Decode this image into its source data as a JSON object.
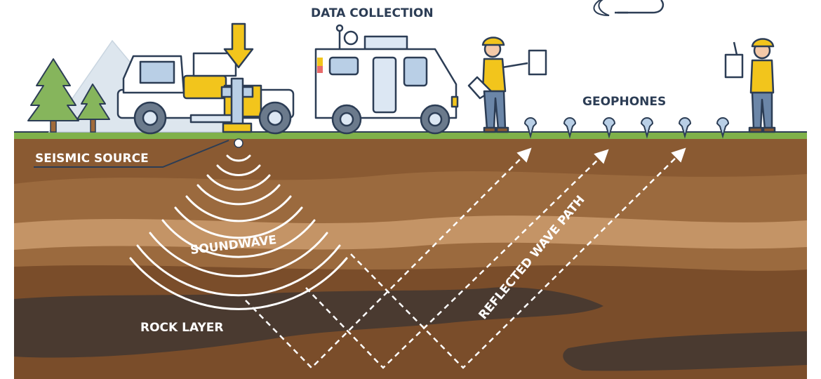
{
  "labels": {
    "data_collection": "DATA COLLECTION",
    "geophones": "GEOPHONES",
    "seismic_source": "SEISMIC SOURCE",
    "soundwave": "SOUNDWAVE",
    "reflected_wave_path": "REFLECTED WAVE PATH",
    "rock_layer": "ROCK LAYER"
  },
  "colors": {
    "grass": "#7fb14a",
    "topsoil": "#8a5a32",
    "mid_layer": "#a8784c",
    "light_band": "#c49466",
    "deep_layer": "#7a4d2a",
    "rock": "#4a3a30",
    "truck_yellow": "#f2c51c",
    "van_blue": "#dce7f3",
    "outline": "#2c3d55",
    "mountain": "#dde6ee",
    "tree": "#86b55c"
  },
  "icons": [
    "tree-icon",
    "mountain-icon",
    "truck-icon",
    "van-icon",
    "worker-icon",
    "geophone-icon",
    "arrow-down-icon",
    "moon-icon",
    "cloud-icon"
  ]
}
